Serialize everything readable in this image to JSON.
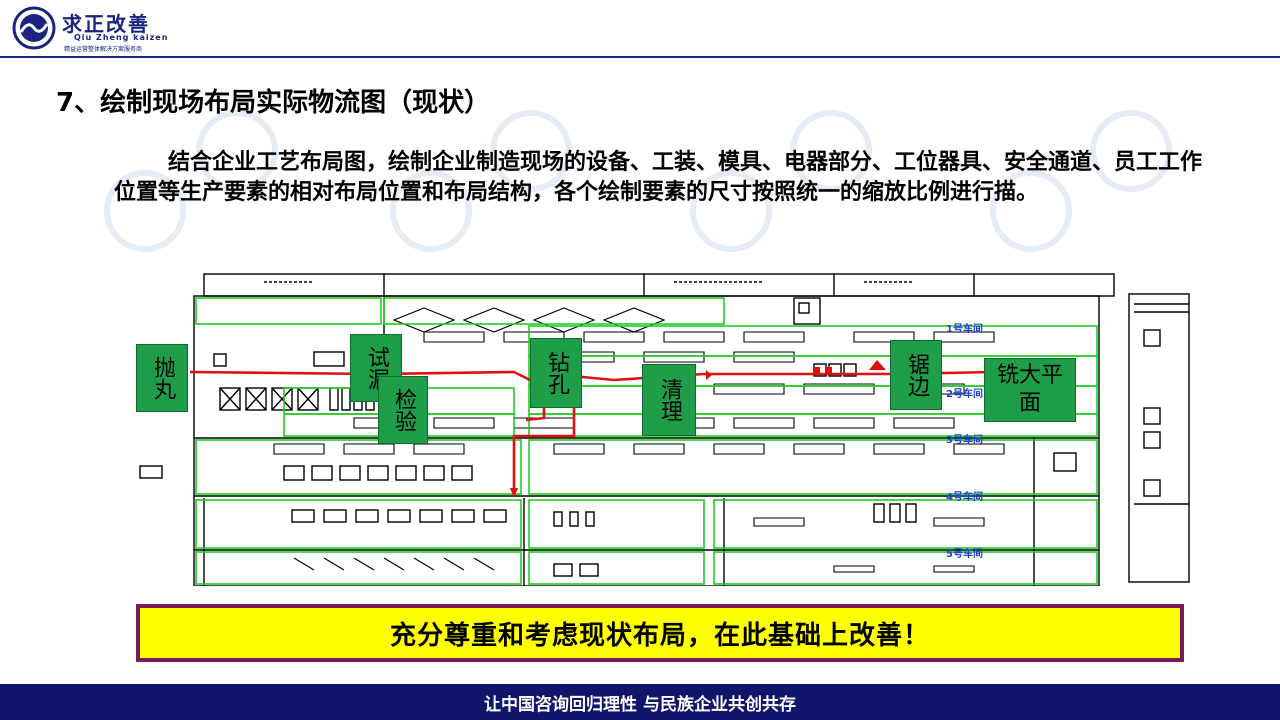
{
  "logo": {
    "name": "求正改善",
    "english": "Qiu Zheng kaizen",
    "tagline": "精益运营整体解决方案服务商"
  },
  "title": "7、绘制现场布局实际物流图（现状）",
  "intro": "结合企业工艺布局图，绘制企业制造现场的设备、工装、模具、电器部分、工位器具、安全通道、员工工作位置等生产要素的相对布局位置和布局结构，各个绘制要素的尺寸按照统一的缩放比例进行描。",
  "plan": {
    "zone_labels": [
      "1号车间",
      "2号车间",
      "3号车间",
      "4号车间",
      "5号车间"
    ],
    "process_steps": [
      "抛丸",
      "试漏",
      "检验",
      "钻孔",
      "清理",
      "锯边",
      "铣大平面"
    ],
    "colors": {
      "step_box": "#1e9e48",
      "flow_line": "#e01010",
      "grid": "#22cc22",
      "ink": "#000000"
    }
  },
  "conclusion": "充分尊重和考虑现状布局，在此基础上改善！",
  "footer": "让中国咨询回归理性  与民族企业共创共存"
}
